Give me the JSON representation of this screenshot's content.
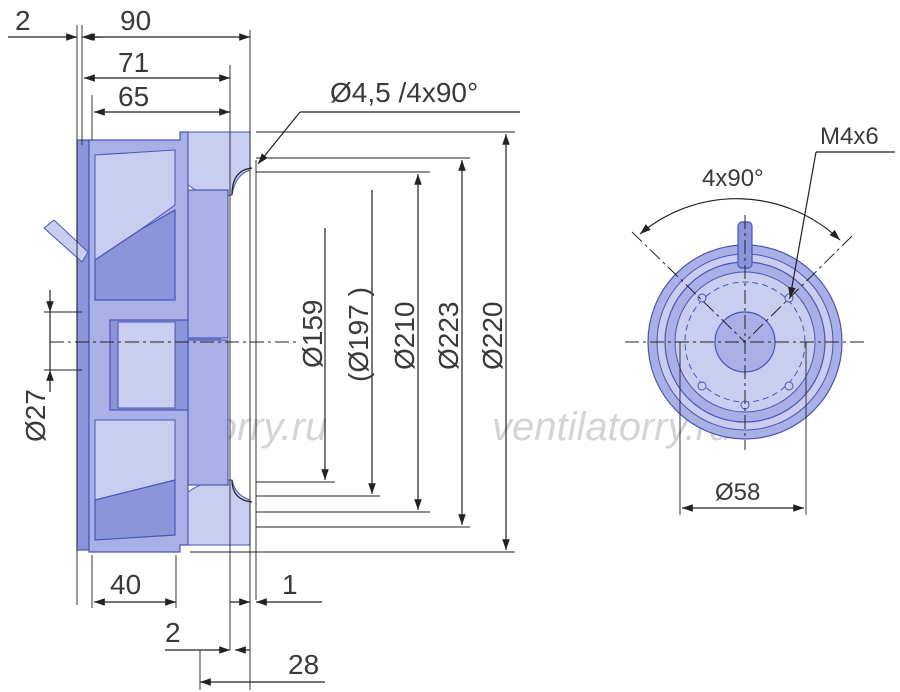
{
  "watermark": "ventilatorry.ru",
  "side_view": {
    "dims": {
      "d2_top": "2",
      "d90": "90",
      "d71": "71",
      "d65": "65",
      "holes": "Ø4,5 /4x90°",
      "d159": "Ø159",
      "d197": "(Ø197  )",
      "d210": "Ø210",
      "d223": "Ø223",
      "d220": "Ø220",
      "d27": "Ø27",
      "d40": "40",
      "d1": "1",
      "d2_bottom": "2",
      "d28": "28"
    }
  },
  "front_view": {
    "dims": {
      "thread": "M4x6",
      "angle": "4x90°",
      "d58": "Ø58"
    }
  },
  "colors": {
    "fan_fill": "#a9b0e6",
    "fan_edge": "#4a55b8",
    "watermark": "#d4d4d4"
  }
}
